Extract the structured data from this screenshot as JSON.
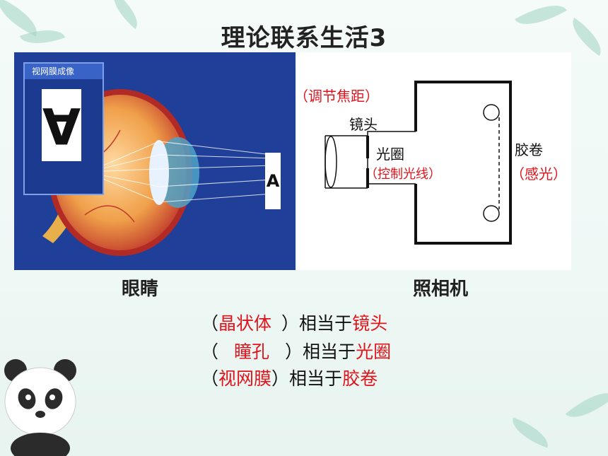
{
  "title": "理论联系生活3",
  "eye": {
    "retina_card_title": "视网膜成像",
    "retina_letter": "A",
    "object_letter": "A",
    "caption": "眼睛"
  },
  "camera": {
    "lens_note": "（调节焦距）",
    "lens_label": "镜头",
    "aperture_label": "光圈",
    "aperture_note": "（控制光线）",
    "film_label": "胶卷",
    "film_note": "（感光）",
    "caption": "照相机"
  },
  "comparisons": [
    {
      "open": "（",
      "part": "晶状体",
      "close": "）",
      "middle": "相当于",
      "target": "镜头"
    },
    {
      "open": "（",
      "part": "瞳孔",
      "close": "）",
      "middle": "相当于",
      "target": "光圈"
    },
    {
      "open": "（",
      "part": "视网膜",
      "close": "）",
      "middle": "相当于",
      "target": "胶卷"
    }
  ],
  "colors": {
    "red": "#e0141c",
    "eye_bg": "#1f3f99",
    "leaf": "#9fd3c2"
  }
}
